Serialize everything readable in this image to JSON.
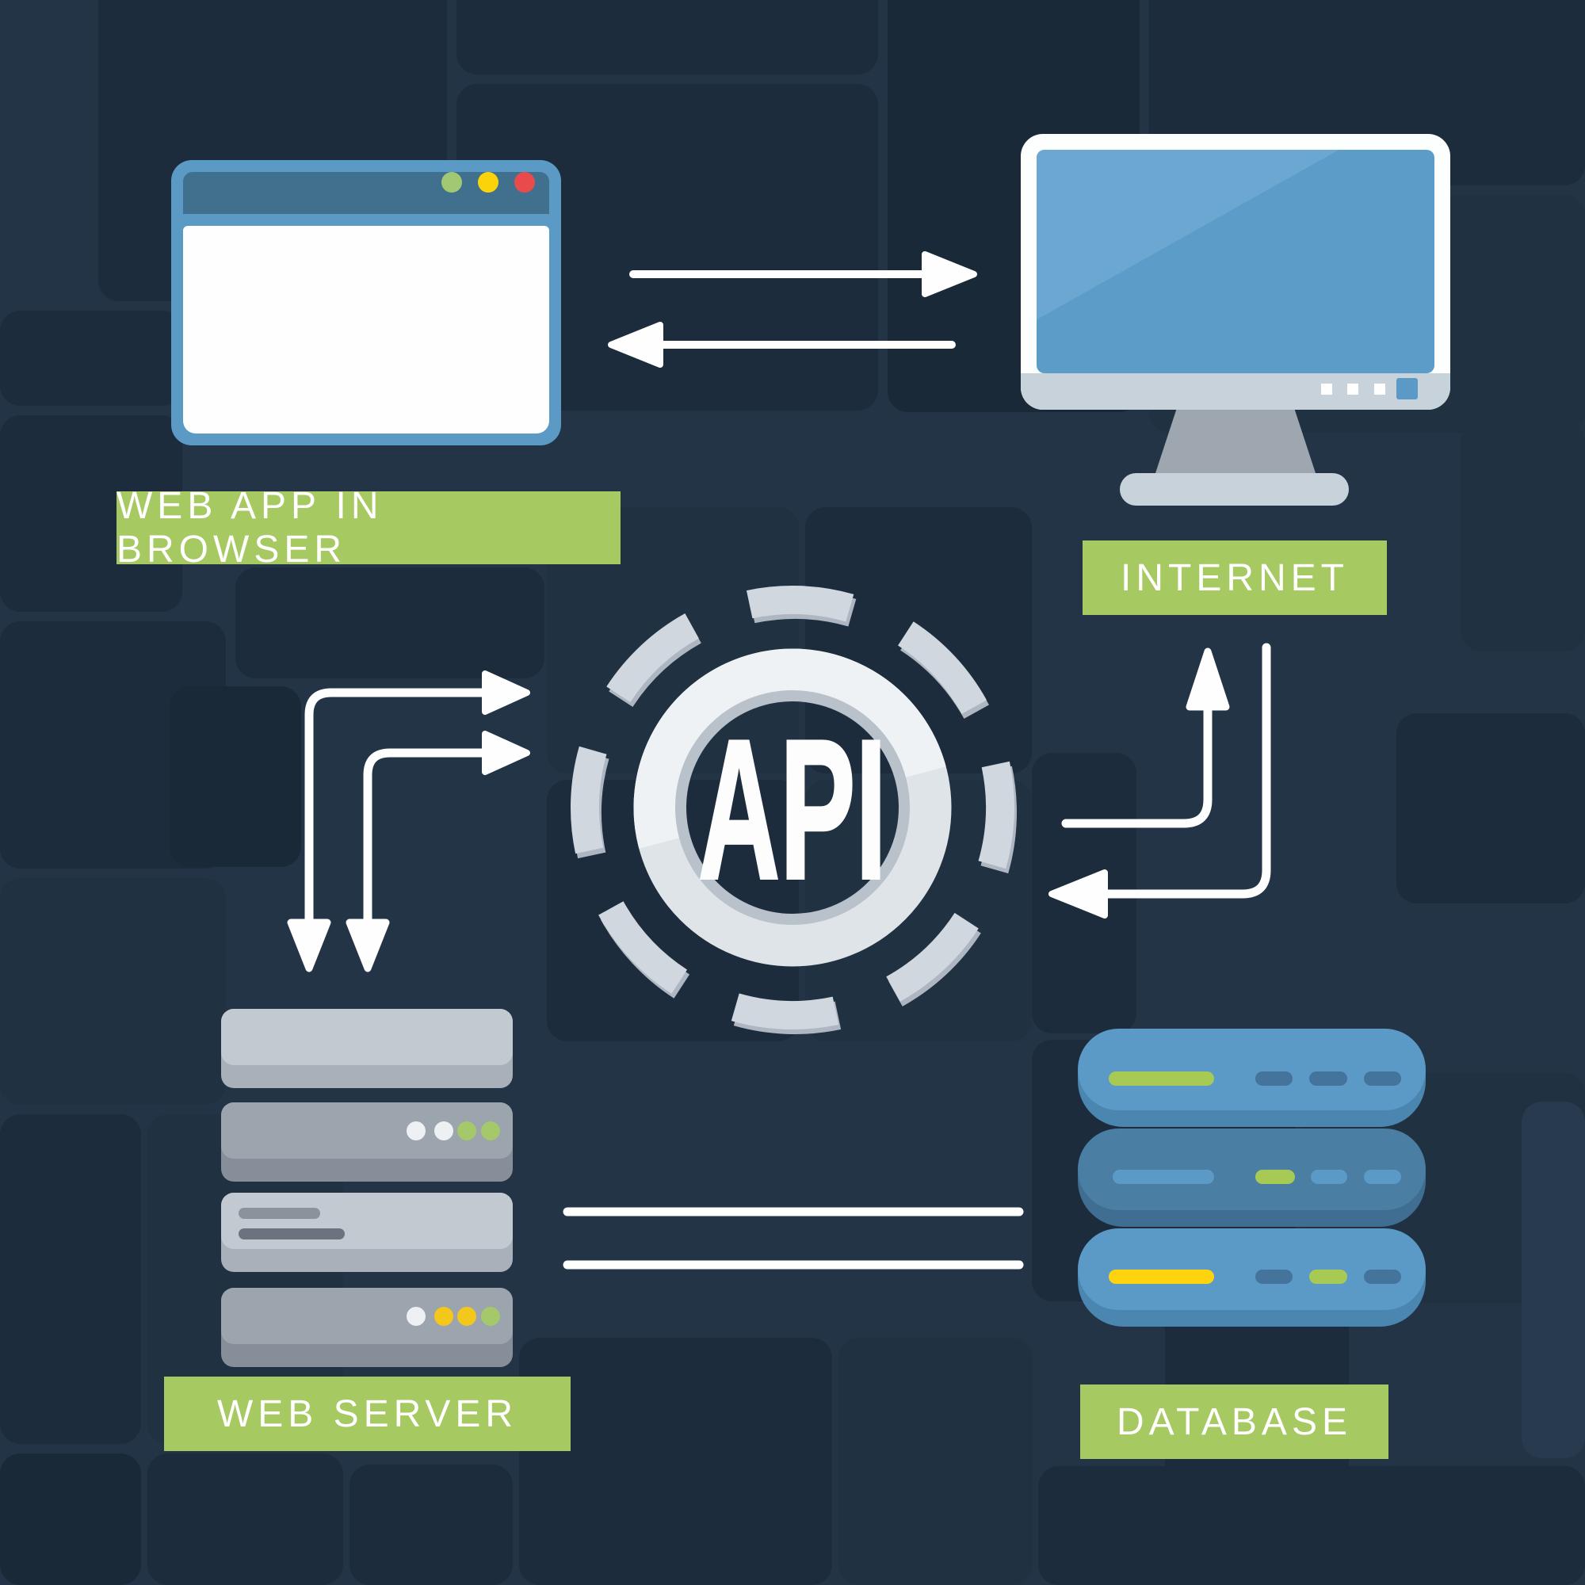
{
  "diagram": {
    "hub": {
      "label": "API"
    },
    "nodes": [
      {
        "id": "web_app",
        "label": "WEB APP IN BROWSER"
      },
      {
        "id": "internet",
        "label": "INTERNET"
      },
      {
        "id": "web_server",
        "label": "WEB SERVER"
      },
      {
        "id": "database",
        "label": "DATABASE"
      }
    ]
  },
  "palette": {
    "background_base": "#233447",
    "background_tile_dark": "#1d2c3c",
    "label_bg": "#a6c962",
    "label_text": "#ffffff",
    "icon_blue": "#5b9ac6",
    "icon_blue_dark": "#41708f",
    "arrow_white": "#fefefe",
    "gear_light": "#e7ebef",
    "gear_gray": "#b9c1cb",
    "server_gray_light": "#c3c9d1",
    "server_gray": "#9ca4ae",
    "database_blue": "#5b9ac6",
    "database_blue_muted": "#4a7ea3",
    "status_green": "#a5c96a",
    "status_yellow": "#f3c71c",
    "status_red": "#e94b4d"
  }
}
